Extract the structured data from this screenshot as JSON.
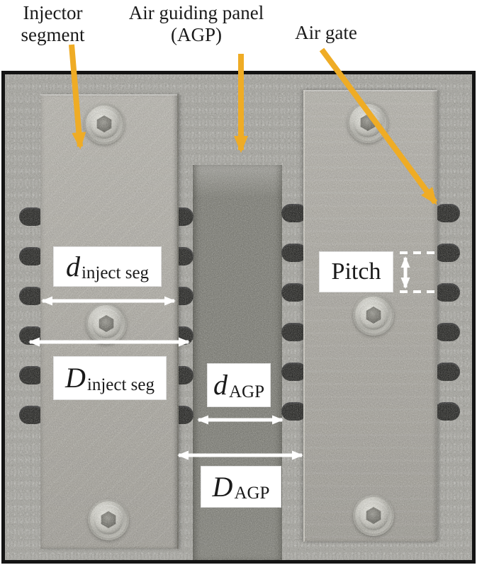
{
  "figure": {
    "callouts": {
      "injector_segment": {
        "line1": "Injector",
        "line2": "segment"
      },
      "air_guiding_panel": {
        "line1": "Air guiding panel",
        "line2": "(AGP)"
      },
      "air_gate": {
        "label": "Air gate"
      }
    },
    "dimensions": {
      "d_inject_seg": {
        "symbol": "d",
        "subscript": "inject seg"
      },
      "D_inject_seg": {
        "symbol": "D",
        "subscript": "inject seg"
      },
      "pitch": {
        "label": "Pitch"
      },
      "d_agp": {
        "symbol": "d",
        "subscript": "AGP"
      },
      "D_agp": {
        "symbol": "D",
        "subscript": "AGP"
      }
    }
  },
  "colors": {
    "callout_arrow": "#EFAC25",
    "measure_arrow": "#FFFFFF",
    "photo_border": "#141414",
    "metal_background": "#A1A09C",
    "plate_metal": "#ABA8A2",
    "agp_channel": "#72726C",
    "air_gate_hole": "#0A0A0A",
    "label_box": "#FFFFFF",
    "label_text": "#1A1A1A"
  }
}
